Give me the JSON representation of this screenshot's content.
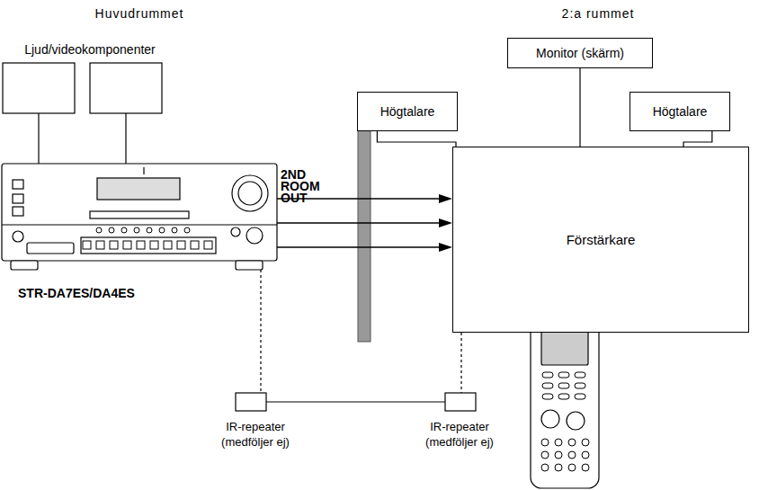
{
  "diagram": {
    "nodes": [
      {
        "text": [
          "Monitor (skärm)"
        ]
      },
      {
        "text": [
          "Högtalare"
        ]
      },
      {
        "text": [
          "Högtalare"
        ]
      },
      {
        "text": [
          "Förstärkare"
        ]
      }
    ],
    "edges": [
      {
        "from": 1,
        "to": 3,
        "arrow": "none"
      },
      {
        "from": 0,
        "to": 3,
        "arrow": "none"
      },
      {
        "from": 2,
        "to": 3,
        "arrow": "none"
      }
    ],
    "labels": [
      "Huvudrummet",
      "2:a rummet",
      "Ljud/videokomponenter",
      "2ND ROOM OUT",
      "STR-DA7ES/DA4ES",
      "IR-repeater (medföljer ej)",
      "IR-repeater (medföljer ej)"
    ]
  }
}
